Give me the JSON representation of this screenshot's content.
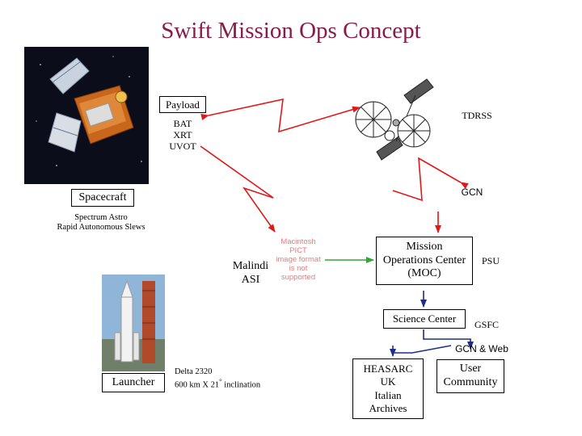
{
  "title": "Swift Mission Ops Concept",
  "payload": {
    "label": "Payload",
    "instruments": [
      "BAT",
      "XRT",
      "UVOT"
    ]
  },
  "tdrss": "TDRSS",
  "gcn": "GCN",
  "spacecraft": {
    "label": "Spacecraft",
    "desc_line1": "Spectrum Astro",
    "desc_line2": "Rapid Autonomous Slews"
  },
  "malindi": {
    "line1": "Malindi",
    "line2": "ASI"
  },
  "pict_notice": [
    "Macintosh PICT",
    "image format",
    "is not supported"
  ],
  "moc": {
    "line1": "Mission",
    "line2": "Operations Center",
    "line3": "(MOC)"
  },
  "psu": "PSU",
  "science_center": "Science Center",
  "gsfc": "GSFC",
  "gcn_web": "GCN & Web",
  "launcher": "Launcher",
  "delta": {
    "line1": "Delta 2320",
    "line2_prefix": "600 km X 21",
    "degree": "°",
    "line2_suffix": " inclination"
  },
  "heasarc": [
    "HEASARC",
    "UK",
    "Italian",
    "Archives"
  ],
  "user_community": {
    "line1": "User",
    "line2": "Community"
  },
  "colors": {
    "title": "#8a1a4a",
    "red_link": "#e01818",
    "green_link": "#2ea82e",
    "blue_link": "#1c2e8a"
  },
  "icons": [
    "spacecraft-image",
    "tdrss-satellite-image",
    "launcher-rocket-image"
  ]
}
